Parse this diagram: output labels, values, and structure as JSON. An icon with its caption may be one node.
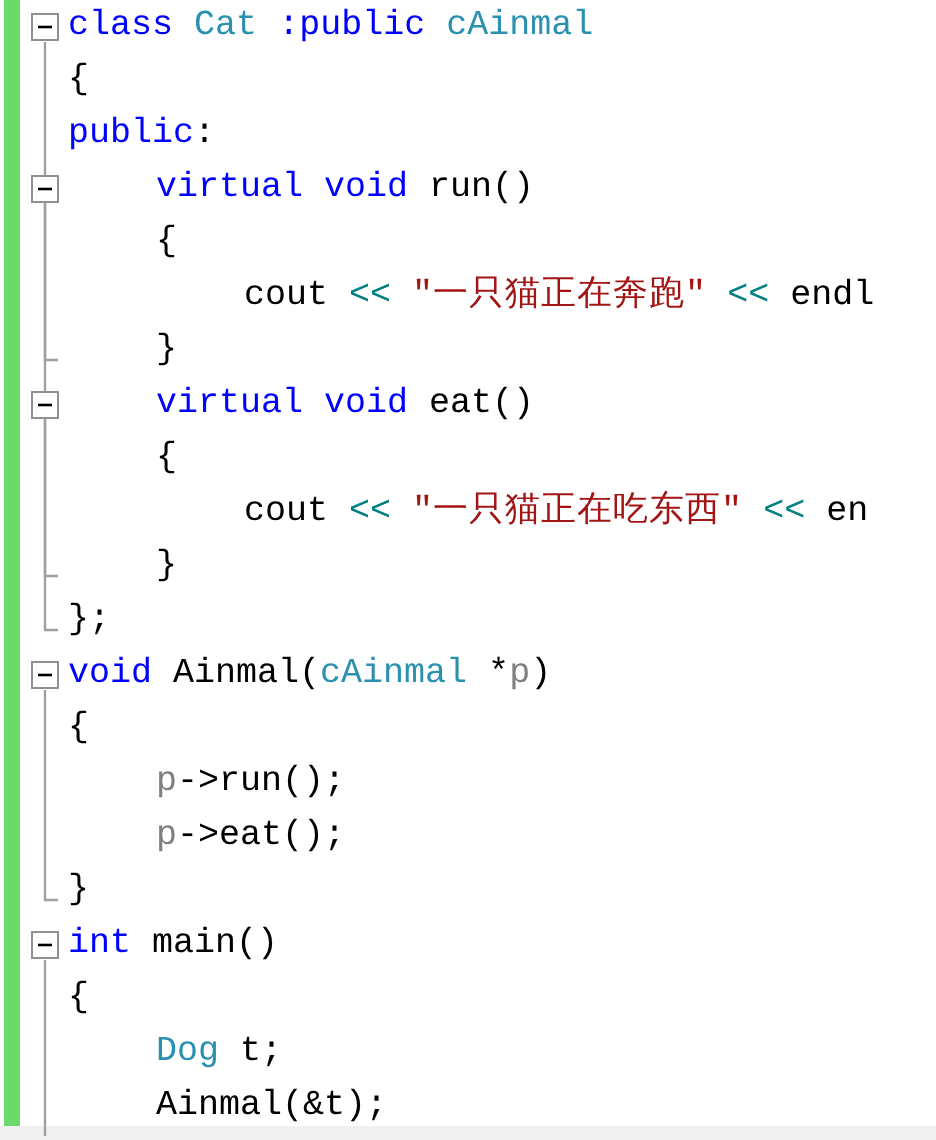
{
  "diagram": {
    "labels": [
      "class Cat :public cAinmal",
      "{",
      "public:",
      "virtual void run()",
      "{",
      "cout << \"一只猫正在奔跑\" << endl",
      "}",
      "virtual void eat()",
      "{",
      "cout << \"一只猫正在吃东西\" << en",
      "}",
      "};",
      "void Ainmal(cAinmal *p)",
      "{",
      "p->run();",
      "p->eat();",
      "}",
      "int main()",
      "{",
      "Dog t;",
      "Ainmal(&t);"
    ]
  }
}
